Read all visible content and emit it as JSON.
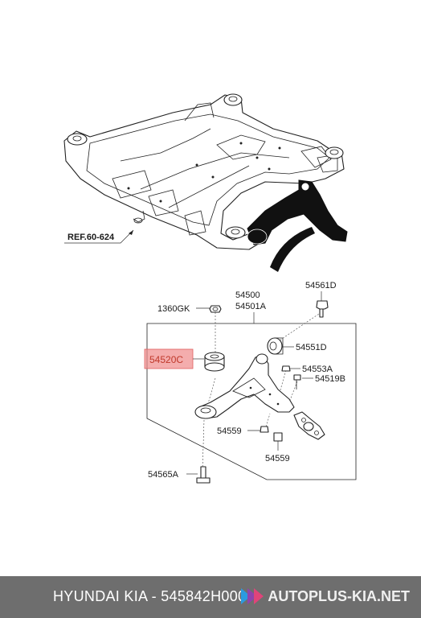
{
  "diagram": {
    "reference": "REF.60-624",
    "parts": {
      "p54500": "54500",
      "p54501a": "54501A",
      "p1360gk": "1360GK",
      "p54561d": "54561D",
      "p54520c": "54520C",
      "p54551d": "54551D",
      "p54553a": "54553A",
      "p54519b": "54519B",
      "p54559_left": "54559",
      "p54559_bottom": "54559",
      "p54565a": "54565A"
    },
    "highlight_color": "#f08a8a"
  },
  "footer": {
    "caption": "HYUNDAI  KIA - 545842H000",
    "watermark": "AUTOPLUS-KIA.NET",
    "background": "#6e6e6e"
  }
}
